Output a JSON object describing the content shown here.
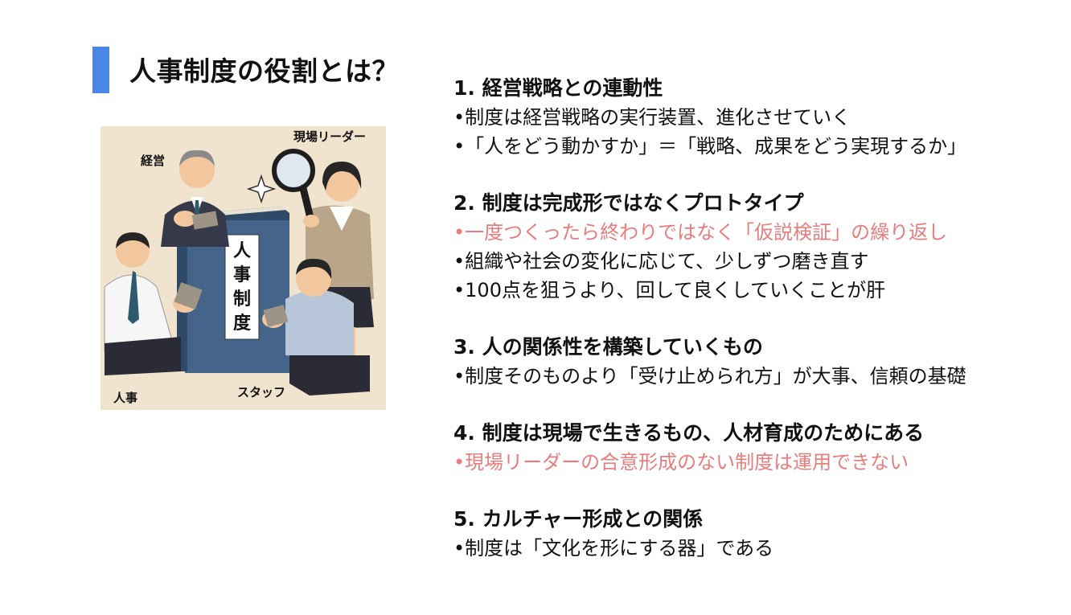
{
  "page": {
    "title": "人事制度の役割とは？",
    "accent_color": "#4a86e8",
    "highlight_color": "#e87d7d"
  },
  "illustration": {
    "book_label": [
      "人",
      "事",
      "制",
      "度"
    ],
    "labels": {
      "management": "経営",
      "field_leader": "現場リーダー",
      "hr": "人事",
      "staff": "スタッフ"
    },
    "icons": [
      "magnifying-glass-icon",
      "sparkle-icon"
    ]
  },
  "sections": [
    {
      "heading": "1. 経営戦略との連動性",
      "bullets": [
        {
          "text": "•制度は経営戦略の実行装置、進化させていく",
          "highlight": false
        },
        {
          "text": "•「人をどう動かすか」＝「戦略、成果をどう実現するか」",
          "highlight": false
        }
      ]
    },
    {
      "heading": "2. 制度は完成形ではなくプロトタイプ",
      "bullets": [
        {
          "text": "•一度つくったら終わりではなく「仮説検証」の繰り返し",
          "highlight": true
        },
        {
          "text": "•組織や社会の変化に応じて、少しずつ磨き直す",
          "highlight": false
        },
        {
          "text": "•100点を狙うより、回して良くしていくことが肝",
          "highlight": false
        }
      ]
    },
    {
      "heading": "3. 人の関係性を構築していくもの",
      "bullets": [
        {
          "text": "•制度そのものより「受け止められ方」が大事、信頼の基礎",
          "highlight": false
        }
      ]
    },
    {
      "heading": "4. 制度は現場で生きるもの、人材育成のためにある",
      "bullets": [
        {
          "text": "•現場リーダーの合意形成のない制度は運用できない",
          "highlight": true
        }
      ]
    },
    {
      "heading": "5. カルチャー形成との関係",
      "bullets": [
        {
          "text": "•制度は「文化を形にする器」である",
          "highlight": false
        }
      ]
    }
  ]
}
